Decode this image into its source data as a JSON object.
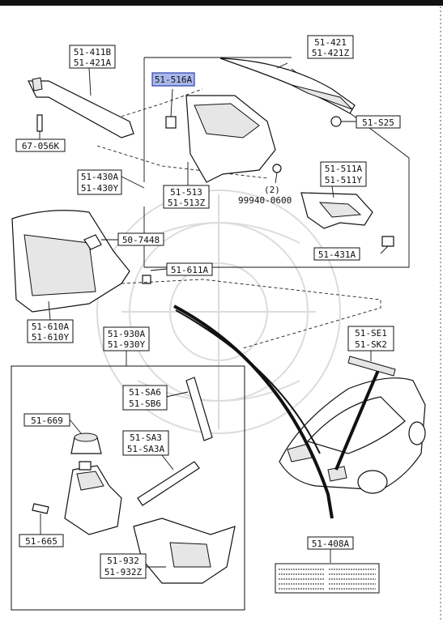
{
  "labels": {
    "p51_411b": "51-411B",
    "p51_421a": "51-421A",
    "p67_056k": "67-056K",
    "p51_421": "51-421",
    "p51_421z": "51-421Z",
    "p51_516a": "51-516A",
    "p51_s25": "51-S25",
    "p51_513": "51-513",
    "p51_513z": "51-513Z",
    "qty_2": "(2)",
    "p99940_0600": "99940-0600",
    "p51_511a": "51-511A",
    "p51_511y": "51-511Y",
    "p51_430a": "51-430A",
    "p51_430y": "51-430Y",
    "p50_7448": "50-7448",
    "p51_611a": "51-611A",
    "p51_431a": "51-431A",
    "p51_610a": "51-610A",
    "p51_610y": "51-610Y",
    "p51_930a": "51-930A",
    "p51_930y": "51-930Y",
    "p51_se1": "51-SE1",
    "p51_sk2": "51-SK2",
    "p51_sa6": "51-SA6",
    "p51_sb6": "51-SB6",
    "p51_669": "51-669",
    "p51_sa3": "51-SA3",
    "p51_sa3a": "51-SA3A",
    "p51_665": "51-665",
    "p51_932": "51-932",
    "p51_932z": "51-932Z",
    "p51_408a": "51-408A"
  },
  "colors": {
    "highlight_fill": "#a9b8ec",
    "highlight_stroke": "#2c3fa8",
    "line": "#111111"
  }
}
